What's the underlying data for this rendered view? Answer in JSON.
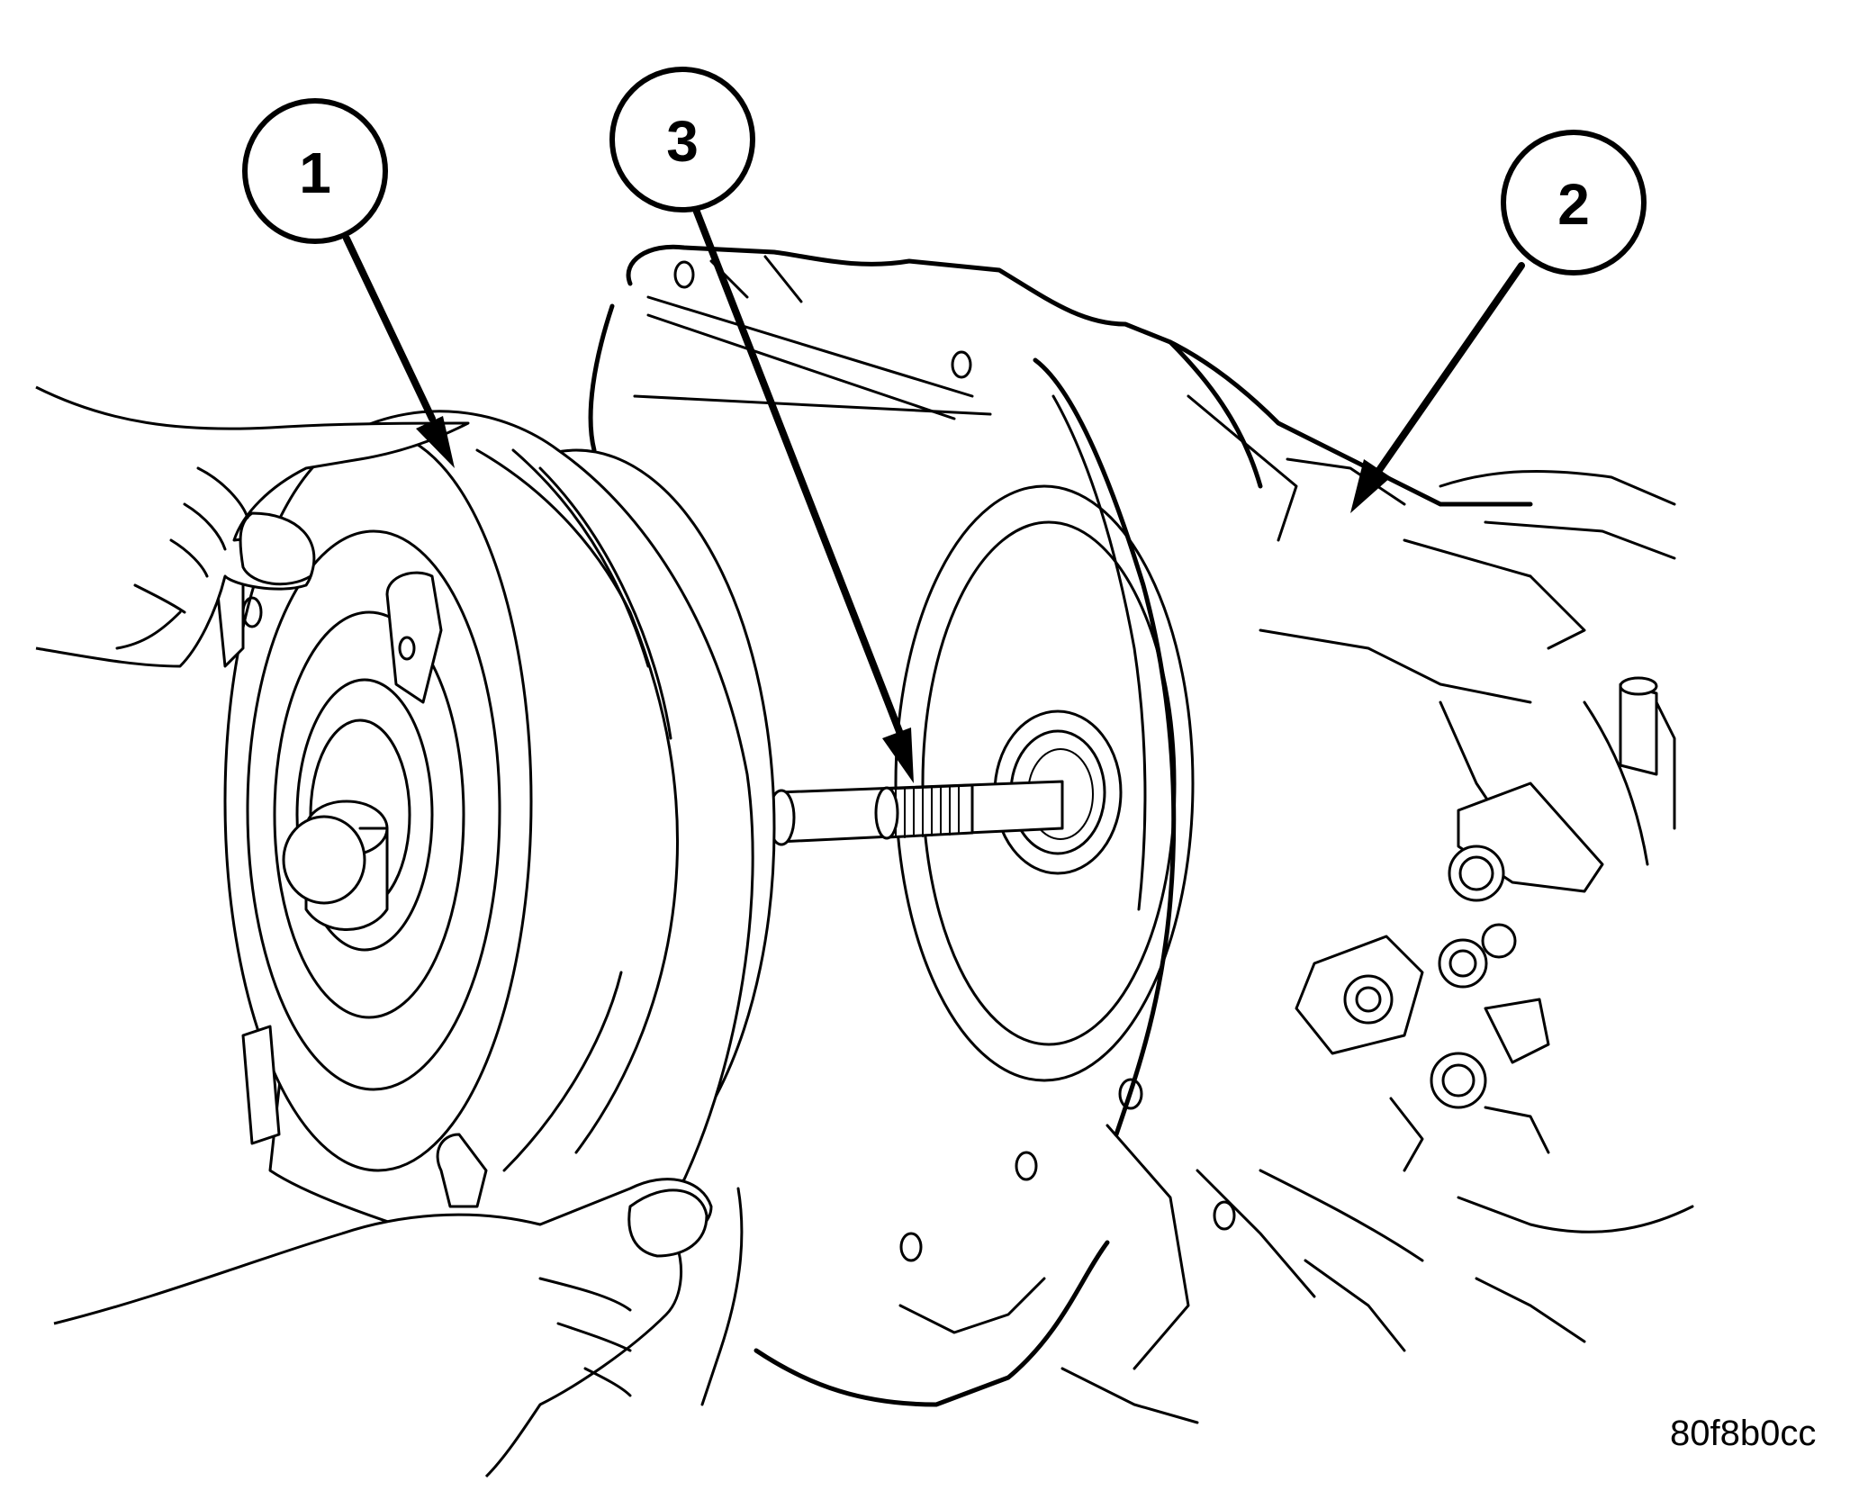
{
  "callouts": [
    {
      "label": "1",
      "part": "torque-converter"
    },
    {
      "label": "3",
      "part": "input-shaft"
    },
    {
      "label": "2",
      "part": "transmission"
    }
  ],
  "figure_id": "80f8b0cc"
}
